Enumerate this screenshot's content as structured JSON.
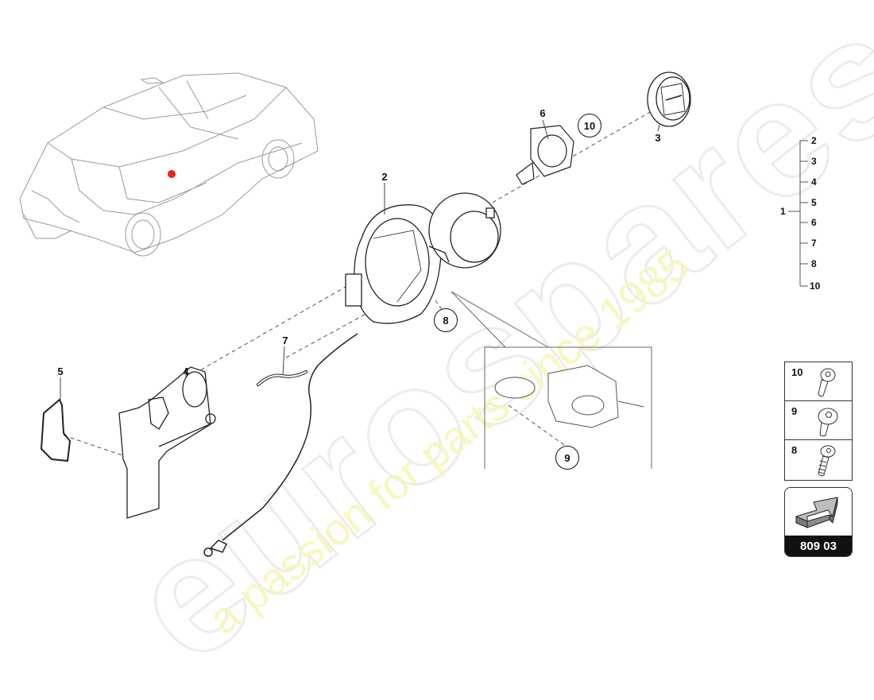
{
  "watermark": {
    "logo": "eurospares",
    "tagline": "a passion for parts since 1985",
    "logo_color": "#ececec",
    "tagline_color": "#f6f6b8"
  },
  "vehicle_overview": {
    "highlight_marker_color": "#e8231b",
    "description": "car-location-overview"
  },
  "callouts": {
    "part_2": "2",
    "part_3": "3",
    "part_4": "4",
    "part_5": "5",
    "part_6": "6",
    "part_7": "7",
    "fastener_8": "8",
    "fastener_9": "9",
    "fastener_10": "10"
  },
  "assembly_tree": {
    "parent": "1",
    "children": [
      "2",
      "3",
      "4",
      "5",
      "6",
      "7",
      "8",
      "10"
    ]
  },
  "fasteners_legend": [
    {
      "number": "10",
      "type": "pan-head-torx-bolt"
    },
    {
      "number": "9",
      "type": "flange-head-torx-bolt"
    },
    {
      "number": "8",
      "type": "countersunk-torx-screw"
    }
  ],
  "reference": {
    "code": "809 03",
    "icon": "arrow-3d-icon"
  }
}
